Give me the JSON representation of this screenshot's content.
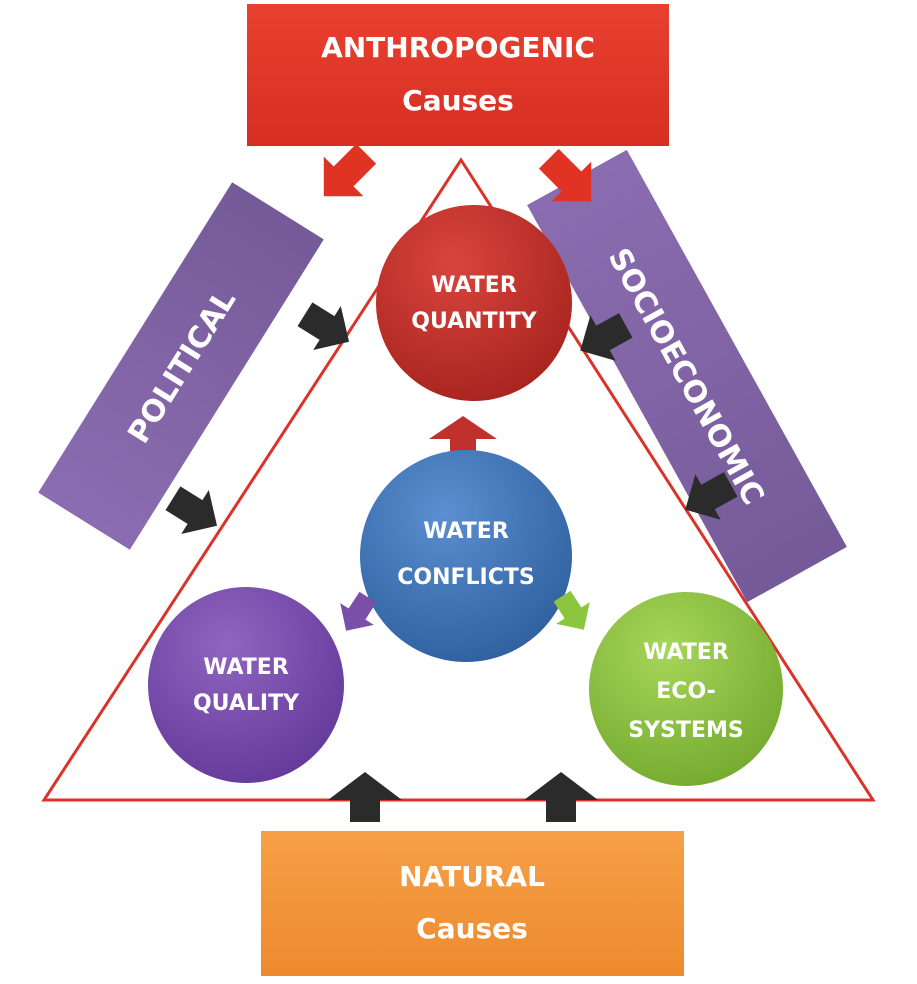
{
  "top_box": {
    "title": "ANTHROPOGENIC",
    "subtitle": "Causes"
  },
  "bottom_box": {
    "title": "NATURAL",
    "subtitle": "Causes"
  },
  "left_bar": {
    "label": "POLITICAL"
  },
  "right_bar": {
    "label": "SOCIOECONOMIC"
  },
  "circles": {
    "quantity": {
      "line1": "WATER",
      "line2": "QUANTITY"
    },
    "conflicts": {
      "line1": "WATER",
      "line2": "CONFLICTS"
    },
    "quality": {
      "line1": "WATER",
      "line2": "QUALITY"
    },
    "ecosystems": {
      "line1": "WATER",
      "line2": "ECO-",
      "line3": "SYSTEMS"
    }
  },
  "colors": {
    "red": "#e03324",
    "red_dark": "#b8241b",
    "purple_bar": "#8064a2",
    "orange": "#f39237",
    "circle_red": "#c0312d",
    "circle_blue": "#3f74b8",
    "circle_purple": "#7a4fa7",
    "circle_green": "#8cc63f",
    "triangle": "#d9332a",
    "arrow_dark": "#2b2b2b"
  },
  "icons": {
    "arrow": "block-arrow-icon"
  }
}
